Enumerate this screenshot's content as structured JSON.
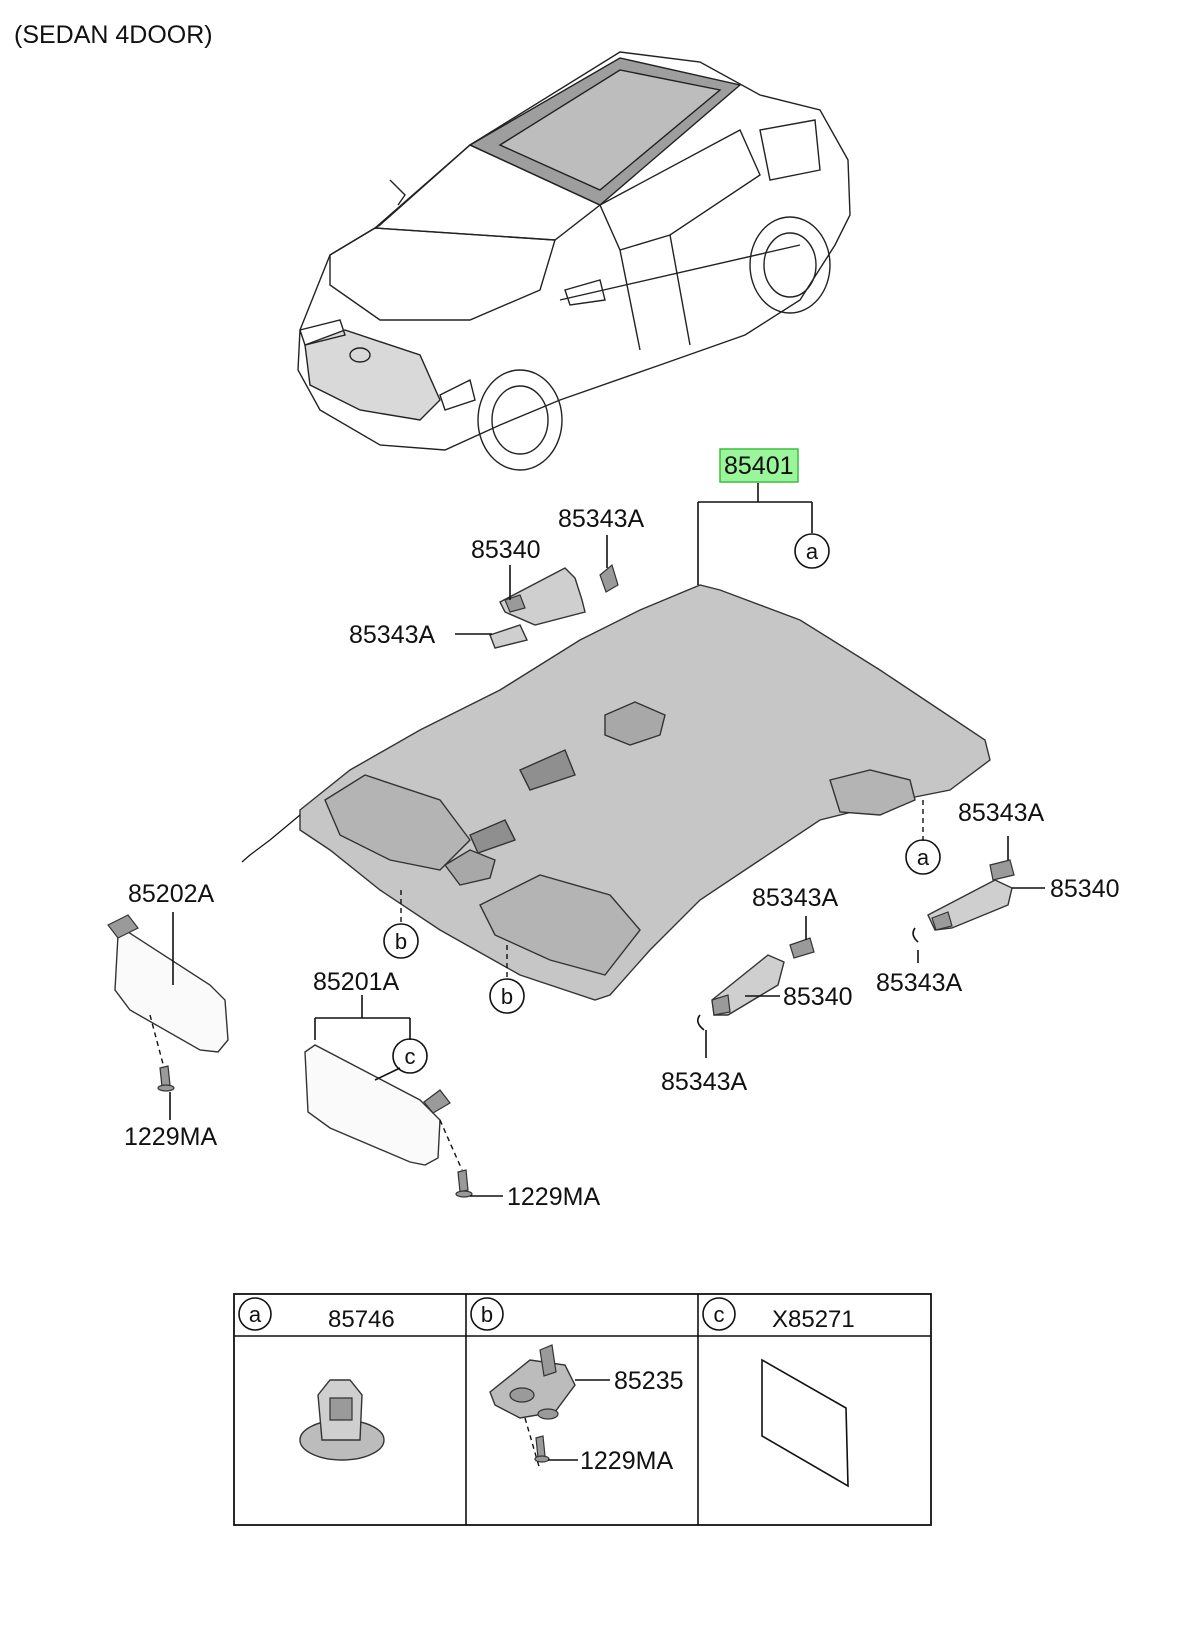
{
  "header": {
    "variant": "(SEDAN 4DOOR)"
  },
  "colors": {
    "highlight_fill": "#9BF59B",
    "highlight_stroke": "#3DBE3D",
    "headliner": "#c8c8c8",
    "line": "#111111"
  },
  "callouts": {
    "headliner": "85401",
    "handle_front_left": "85340",
    "cap_front_left_top": "85343A",
    "cap_front_left_bottom": "85343A",
    "cap_rear_right_top": "85343A",
    "handle_rear_right": "85340",
    "cap_rear_right_bottom": "85343A",
    "cap_mid_top": "85343A",
    "handle_mid": "85340",
    "cap_mid_bottom": "85343A",
    "visor_left": "85202A",
    "visor_right": "85201A",
    "screw_left": "1229MA",
    "screw_right": "1229MA"
  },
  "markers": {
    "a": "a",
    "b": "b",
    "c": "c"
  },
  "table": {
    "cells": [
      {
        "marker": "a",
        "part": "85746"
      },
      {
        "marker": "b",
        "part": "",
        "sub_part": "85235",
        "sub_screw": "1229MA"
      },
      {
        "marker": "c",
        "part": "X85271"
      }
    ]
  }
}
